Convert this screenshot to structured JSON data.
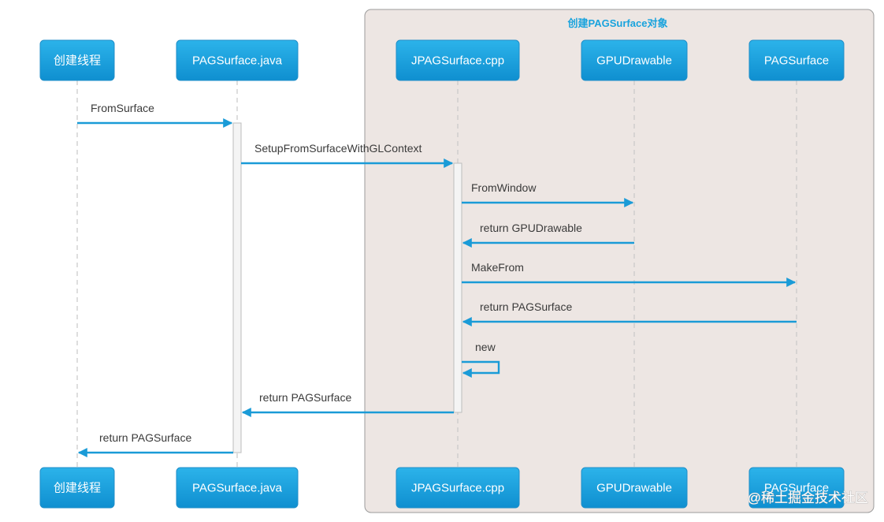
{
  "group": {
    "title": "创建PAGSurface对象"
  },
  "participants": [
    {
      "id": "thread",
      "label": "创建线程"
    },
    {
      "id": "java",
      "label": "PAGSurface.java"
    },
    {
      "id": "jni",
      "label": "JPAGSurface.cpp"
    },
    {
      "id": "gpu",
      "label": "GPUDrawable"
    },
    {
      "id": "surface",
      "label": "PAGSurface"
    }
  ],
  "messages": [
    {
      "from": "thread",
      "to": "java",
      "label": "FromSurface"
    },
    {
      "from": "java",
      "to": "jni",
      "label": "SetupFromSurfaceWithGLContext"
    },
    {
      "from": "jni",
      "to": "gpu",
      "label": "FromWindow"
    },
    {
      "from": "gpu",
      "to": "jni",
      "label": "return GPUDrawable"
    },
    {
      "from": "jni",
      "to": "surface",
      "label": "MakeFrom"
    },
    {
      "from": "surface",
      "to": "jni",
      "label": "return PAGSurface"
    },
    {
      "from": "jni",
      "to": "jni",
      "label": "new"
    },
    {
      "from": "jni",
      "to": "java",
      "label": "return PAGSurface"
    },
    {
      "from": "java",
      "to": "thread",
      "label": "return PAGSurface"
    }
  ],
  "colors": {
    "participant_top": "#2cb3ea",
    "participant_bottom": "#0f8fd0",
    "arrow": "#1a9bd7",
    "group_fill": "#ede6e3",
    "group_title": "#19a3dd"
  },
  "watermark": {
    "text": "@稀土掘金技术社区"
  }
}
